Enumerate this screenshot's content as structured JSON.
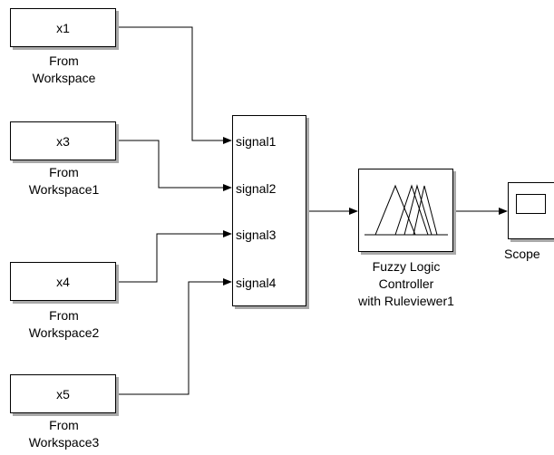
{
  "workspace_blocks": [
    {
      "variable": "x1",
      "caption_line1": "From",
      "caption_line2": "Workspace"
    },
    {
      "variable": "x3",
      "caption_line1": "From",
      "caption_line2": "Workspace1"
    },
    {
      "variable": "x4",
      "caption_line1": "From",
      "caption_line2": "Workspace2"
    },
    {
      "variable": "x5",
      "caption_line1": "From",
      "caption_line2": "Workspace3"
    }
  ],
  "mux_block": {
    "ports": [
      "signal1",
      "signal2",
      "signal3",
      "signal4"
    ]
  },
  "fuzzy_block": {
    "caption_line1": "Fuzzy Logic",
    "caption_line2": "Controller",
    "caption_line3": "with Ruleviewer1",
    "icon": "membership-functions-icon"
  },
  "scope_block": {
    "caption": "Scope",
    "icon": "scope-icon"
  },
  "colors": {
    "background": "#ffffff",
    "line": "#000000",
    "shadow": "#a9a9a9"
  }
}
